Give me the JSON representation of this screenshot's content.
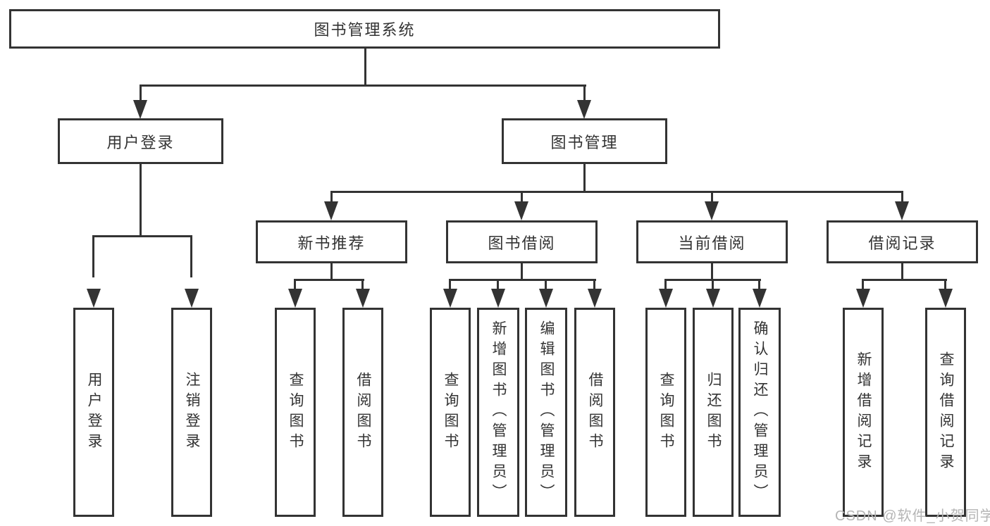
{
  "diagram": {
    "root": {
      "label": "图书管理系统"
    },
    "level2": [
      {
        "label": "用户登录"
      },
      {
        "label": "图书管理"
      }
    ],
    "level3": [
      {
        "label": "新书推荐"
      },
      {
        "label": "图书借阅"
      },
      {
        "label": "当前借阅"
      },
      {
        "label": "借阅记录"
      }
    ],
    "leaves": [
      {
        "label": "用户登录"
      },
      {
        "label": "注销登录"
      },
      {
        "label": "查询图书"
      },
      {
        "label": "借阅图书"
      },
      {
        "label": "查询图书"
      },
      {
        "label": "新增图书（管理员）"
      },
      {
        "label": "编辑图书（管理员）"
      },
      {
        "label": "借阅图书"
      },
      {
        "label": "查询图书"
      },
      {
        "label": "归还图书"
      },
      {
        "label": "确认归还（管理员）"
      },
      {
        "label": "新增借阅记录"
      },
      {
        "label": "查询借阅记录"
      }
    ],
    "watermark": "CSDN @软件_小贺同学",
    "colors": {
      "line": "#333333",
      "text": "#333333",
      "watermark": "#b5b5b5",
      "background": "#ffffff"
    }
  }
}
